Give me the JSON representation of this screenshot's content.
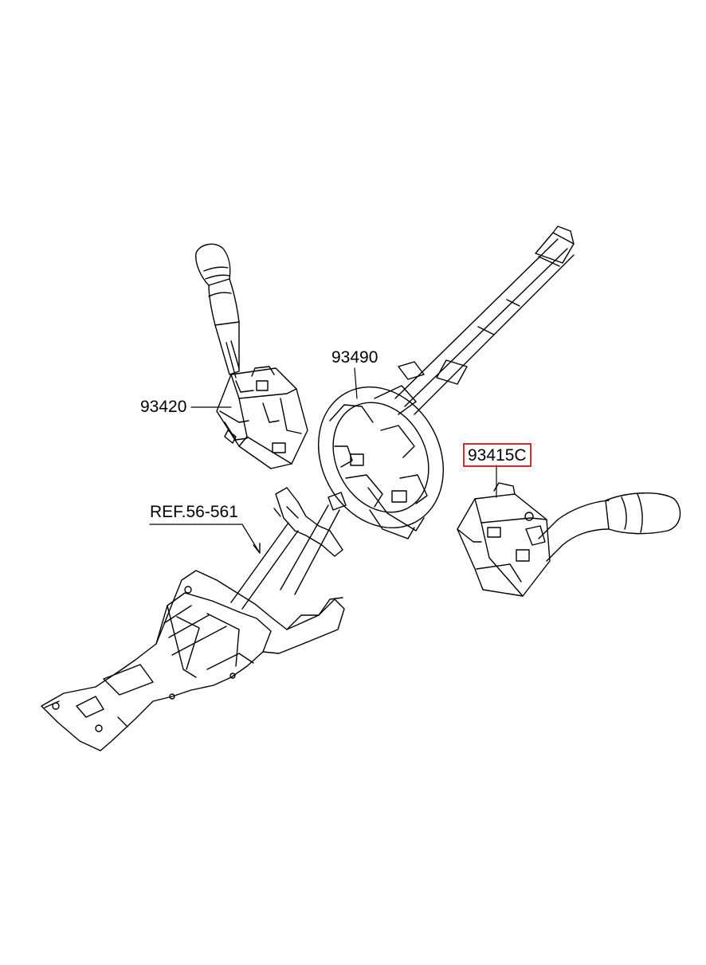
{
  "diagram": {
    "callouts": [
      {
        "id": "turn-signal-switch",
        "text": "93420"
      },
      {
        "id": "clock-spring",
        "text": "93490"
      },
      {
        "id": "wiper-switch",
        "text": "93415C",
        "highlighted": true
      },
      {
        "id": "steering-column-ref",
        "text": "REF.56-561"
      }
    ],
    "colors": {
      "line": "#000000",
      "highlight": "#d62a2a",
      "background": "#ffffff"
    }
  }
}
